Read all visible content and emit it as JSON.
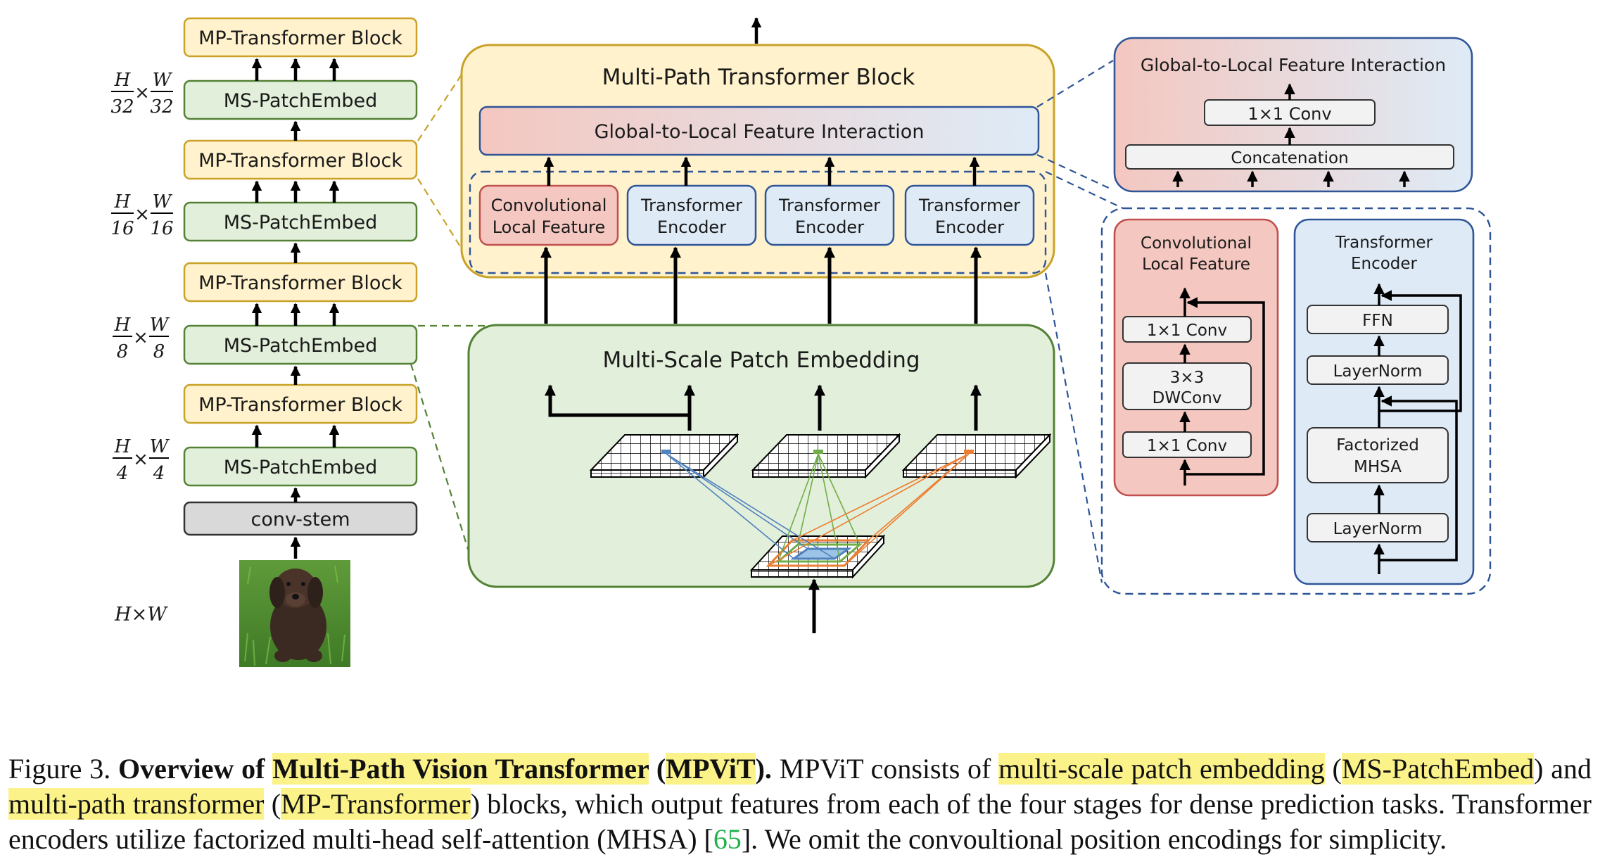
{
  "figure": {
    "left_column": {
      "mp_block": "MP-Transformer Block",
      "ms_patch": "MS-PatchEmbed",
      "conv_stem": "conv-stem",
      "scales": [
        {
          "num": "H",
          "den": "32",
          "num2": "W",
          "den2": "32"
        },
        {
          "num": "H",
          "den": "16",
          "num2": "W",
          "den2": "16"
        },
        {
          "num": "H",
          "den": "8",
          "num2": "W",
          "den2": "8"
        },
        {
          "num": "H",
          "den": "4",
          "num2": "W",
          "den2": "4"
        }
      ],
      "times": "×",
      "input_size": "H×W"
    },
    "mpt_block": {
      "title": "Multi-Path Transformer Block",
      "interaction": "Global-to-Local Feature Interaction",
      "conv_local_line1": "Convolutional",
      "conv_local_line2": "Local Feature",
      "encoder_line1": "Transformer",
      "encoder_line2": "Encoder"
    },
    "patch_embedding": {
      "title": "Multi-Scale Patch Embedding"
    },
    "interaction_detail": {
      "title": "Global-to-Local Feature Interaction",
      "conv": "1×1 Conv",
      "concat": "Concatenation"
    },
    "conv_local_detail": {
      "title_line1": "Convolutional",
      "title_line2": "Local Feature",
      "conv_top": "1×1  Conv",
      "dwconv_line1": "3×3",
      "dwconv_line2": "DWConv",
      "conv_bottom": "1×1 Conv"
    },
    "encoder_detail": {
      "title_line1": "Transformer",
      "title_line2": "Encoder",
      "ffn": "FFN",
      "layernorm": "LayerNorm",
      "mhsa_line1": "Factorized",
      "mhsa_line2": "MHSA"
    },
    "colors": {
      "yellow_fill": "#fff2cc",
      "yellow_stroke": "#c9a227",
      "green_fill": "#e2efda",
      "green_stroke": "#548235",
      "red_fill": "#f4c7c0",
      "red_stroke": "#c0504d",
      "blue_fill": "#deebf7",
      "blue_stroke": "#2f5597",
      "gray_fill": "#d9d9d9",
      "highlight": "#fbf28a"
    }
  },
  "caption": {
    "prefix": "Figure 3. ",
    "bold_part1": "Overview of ",
    "bold_hl": "Multi-Path Vision Transformer",
    "bold_part2": " (",
    "bold_hl2": "MPViT",
    "bold_part3": ").",
    "t1": " MPViT consists of ",
    "hl1": "multi-scale patch embedding",
    "t2": " (",
    "hl2": "MS-PatchEmbed",
    "t3": ") and ",
    "hl3": "multi-path transformer",
    "t4": " (",
    "hl4": "MP-Transformer",
    "t5": ") blocks, which output features from each of the four stages for dense prediction tasks. Transformer encoders utilize factorized multi-head self-attention (MHSA) [",
    "cite": "65",
    "t6": "]. We omit the convoultional position encodings for simplicity."
  }
}
